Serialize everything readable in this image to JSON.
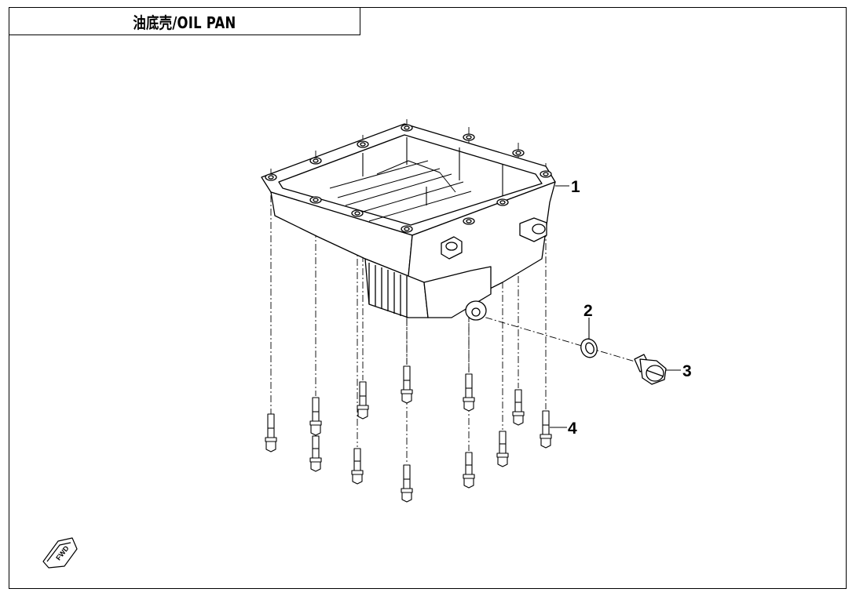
{
  "title": "油底壳/OIL PAN",
  "callouts": [
    {
      "label": "1",
      "part": "oil-pan"
    },
    {
      "label": "2",
      "part": "washer"
    },
    {
      "label": "3",
      "part": "drain-plug"
    },
    {
      "label": "4",
      "part": "flange-bolt"
    }
  ],
  "fwd_label": "FWD",
  "colors": {
    "line": "#000000",
    "background": "#ffffff"
  }
}
